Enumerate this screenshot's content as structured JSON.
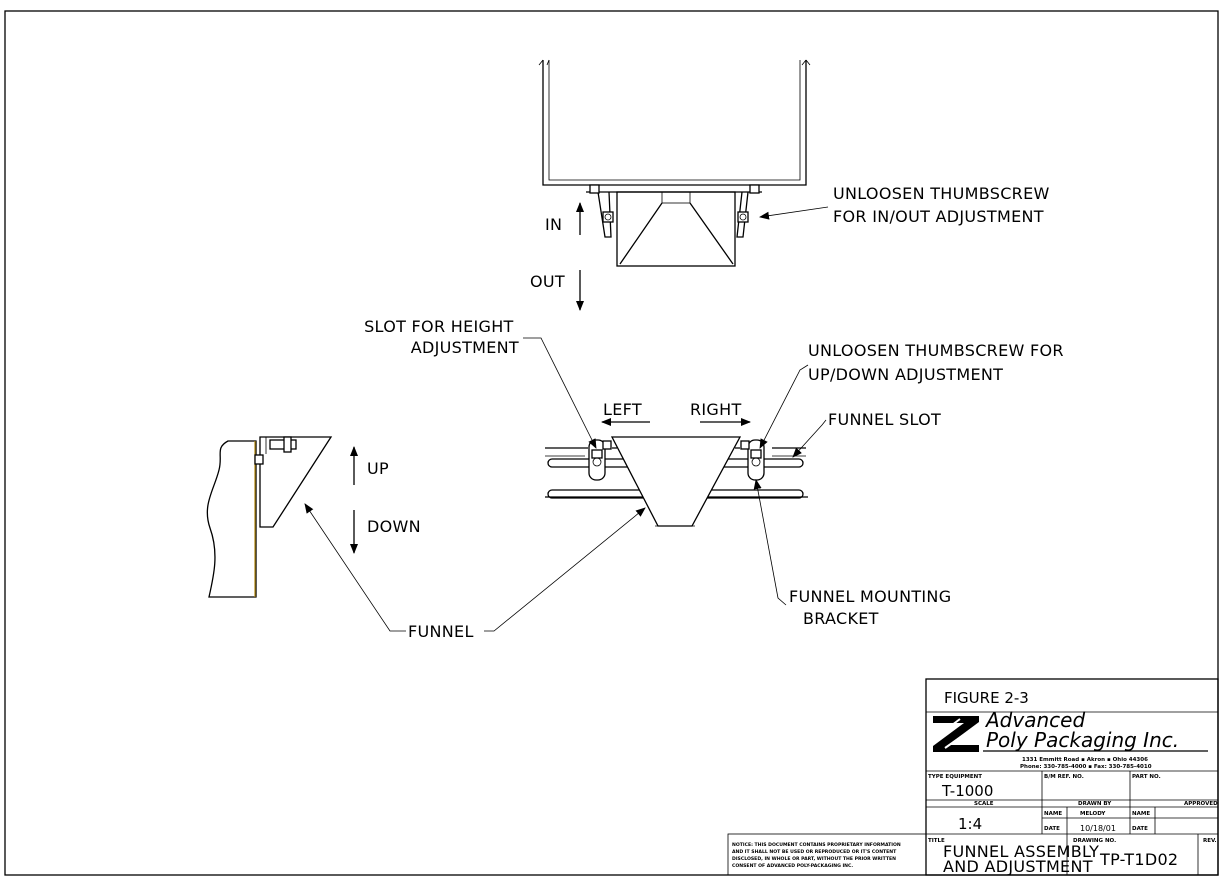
{
  "labels": {
    "unloosen_in_out": [
      "UNLOOSEN THUMBSCREW",
      "FOR IN/OUT ADJUSTMENT"
    ],
    "in": "IN",
    "out": "OUT",
    "slot_height": [
      "SLOT FOR HEIGHT",
      "ADJUSTMENT"
    ],
    "unloosen_up_down": [
      "UNLOOSEN THUMBSCREW FOR",
      "UP/DOWN ADJUSTMENT"
    ],
    "left": "LEFT",
    "right": "RIGHT",
    "funnel_slot": "FUNNEL SLOT",
    "up": "UP",
    "down": "DOWN",
    "mounting_bracket": [
      "FUNNEL MOUNTING",
      "BRACKET"
    ],
    "funnel": "FUNNEL"
  },
  "notice": [
    "NOTICE: THIS DOCUMENT CONTAINS PROPRIETARY INFORMATION",
    "AND IT SHALL NOT BE USED OR REPRODUCED OR IT'S CONTENT",
    "DISCLOSED, IN WHOLE OR PART, WITHOUT THE PRIOR WRITTEN",
    "CONSENT OF ADVANCED POLY-PACKAGING INC."
  ],
  "title_block": {
    "figure": "FIGURE 2-3",
    "company_line1": "Advanced",
    "company_line2": "Poly Packaging Inc.",
    "address": "1331 Emmitt Road  ▪  Akron  ▪  Ohio 44306",
    "phone": "Phone: 330-785-4000  ▪  Fax: 330-785-4010",
    "type_equipment_label": "TYPE EQUIPMENT",
    "type_equipment": "T-1000",
    "bm_ref_label": "B/M REF. NO.",
    "part_no_label": "PART NO.",
    "scale_label": "SCALE",
    "scale": "1:4",
    "drawn_by_label": "DRAWN BY",
    "approved_label": "APPROVED",
    "name_label": "NAME",
    "drawn_name": "MELODY",
    "approved_name_label": "NAME",
    "date_label": "DATE",
    "drawn_date": "10/18/01",
    "approved_date_label": "DATE",
    "title_label": "TITLE",
    "title_line1": "FUNNEL ASSEMBLY",
    "title_line2": "AND ADJUSTMENT",
    "drawing_no_label": "DRAWING NO.",
    "drawing_no": "TP-T1D02",
    "rev_label": "REV."
  }
}
